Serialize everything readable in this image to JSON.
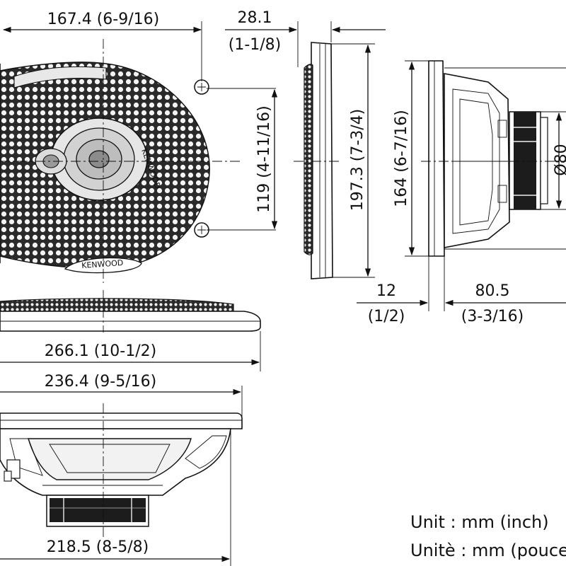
{
  "dimensions": {
    "front_width": "167.4 (6-9/16)",
    "depth_grille_mm": "28.1",
    "depth_grille_in": "(1-1/8)",
    "mount_hole_spacing": "119 (4-11/16)",
    "overall_height": "197.3 (7-3/4)",
    "basket_height": "164 (6-7/16)",
    "magnet_diameter": "Ø80",
    "flange_thickness_mm": "12",
    "flange_thickness_in": "(1/2)",
    "mount_depth_mm": "80.5",
    "mount_depth_in": "(3-3/16)",
    "overall_width": "266.1 (10-1/2)",
    "basket_width": "236.4 (9-5/16)",
    "bottom_width": "218.5 (8-5/8)"
  },
  "brand": {
    "badge": "KENWOOD",
    "cone_label": "KENWOOD"
  },
  "units": {
    "english": "Unit : mm (inch)",
    "french": "Unitè : mm (pouce)"
  }
}
